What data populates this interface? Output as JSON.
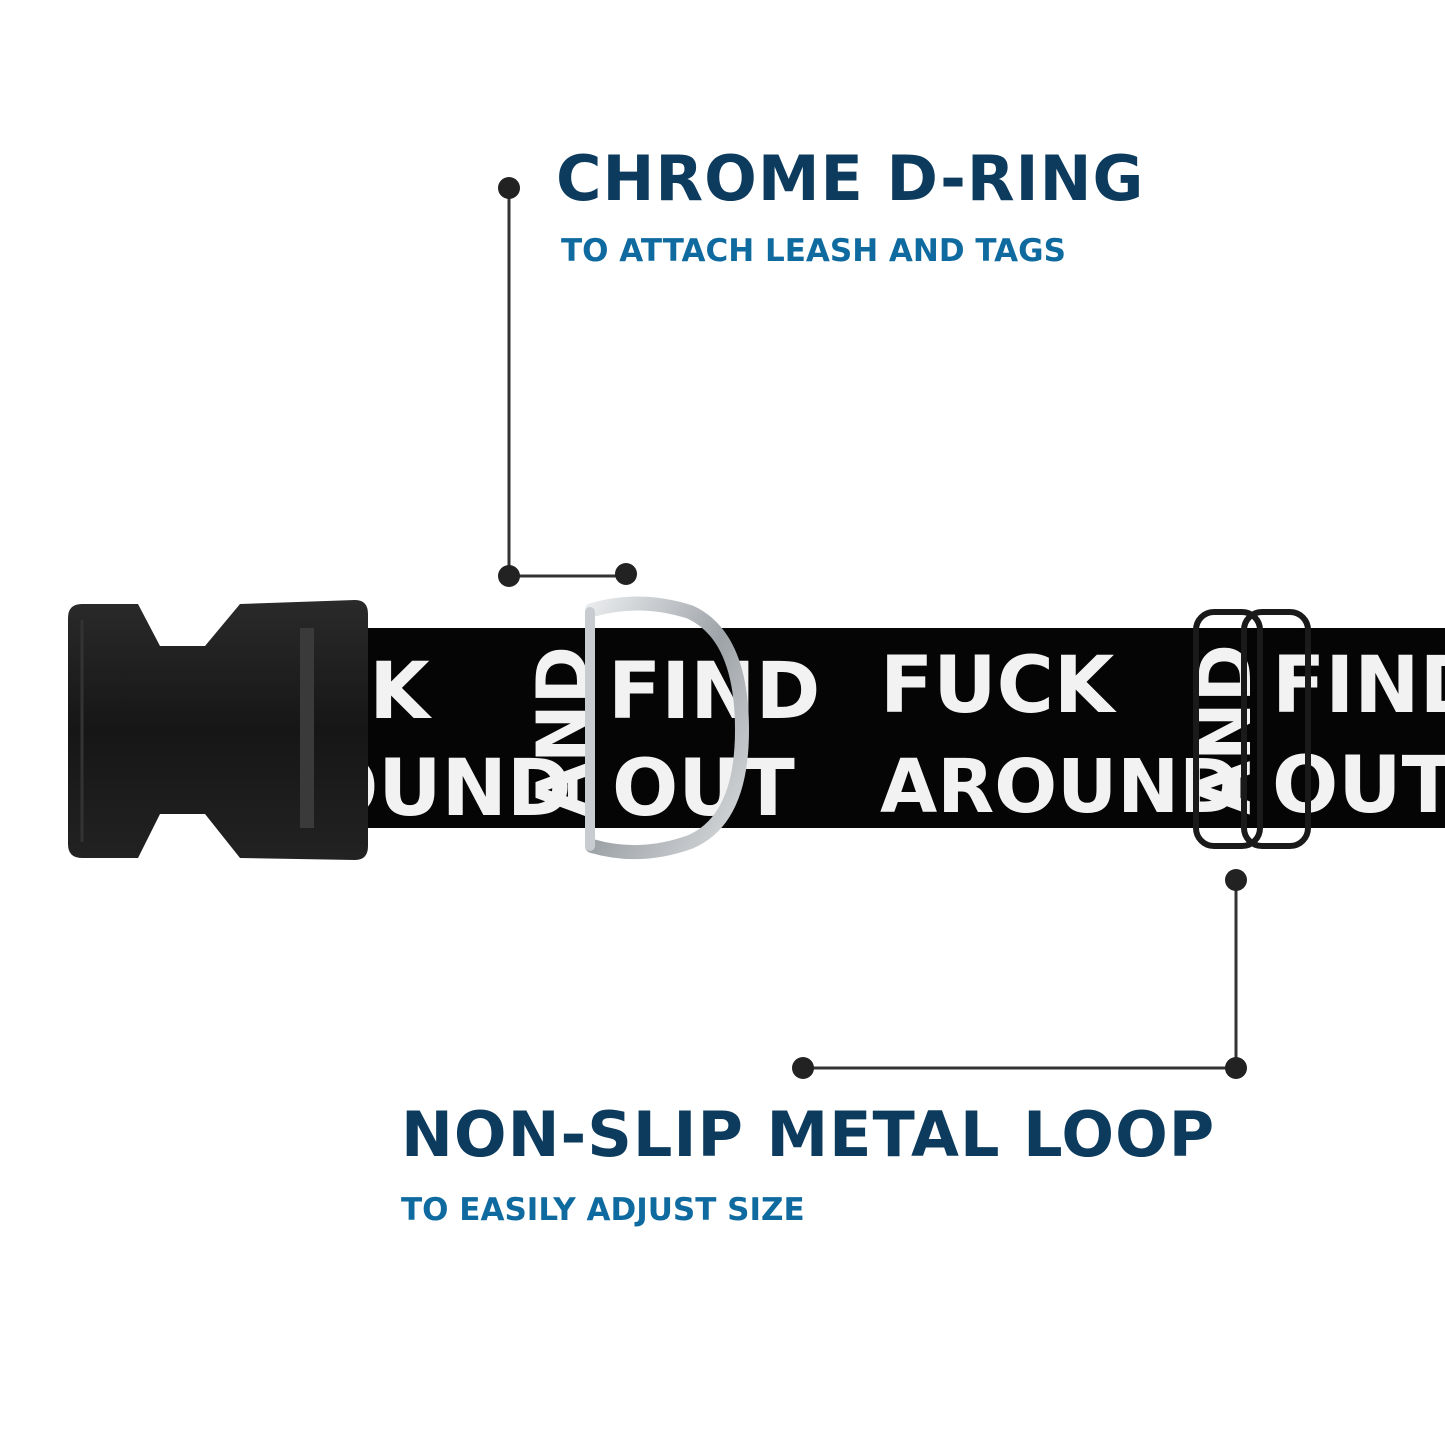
{
  "colors": {
    "title": "#0d3b5e",
    "subtitle": "#0f6aa0",
    "leader_line": "#333333",
    "collar": "#050505",
    "collar_text": "#f2f2f2",
    "buckle": "#1a1a1a",
    "ring": "#b8bcc0"
  },
  "callouts": {
    "dring": {
      "title": "CHROME D-RING",
      "subtitle": "TO ATTACH LEASH AND TAGS"
    },
    "loop": {
      "title": "NON-SLIP METAL LOOP",
      "subtitle": "TO EASILY ADJUST SIZE"
    }
  },
  "collar_print": {
    "segment1": {
      "line1": "CK",
      "line2": "OUND",
      "middle": "AND",
      "right1": "FIND",
      "right2": "OUT"
    },
    "segment2": {
      "line1": "FUCK",
      "line2": "AROUND",
      "middle": "AND",
      "right1": "FIND",
      "right2": "OUT"
    }
  }
}
